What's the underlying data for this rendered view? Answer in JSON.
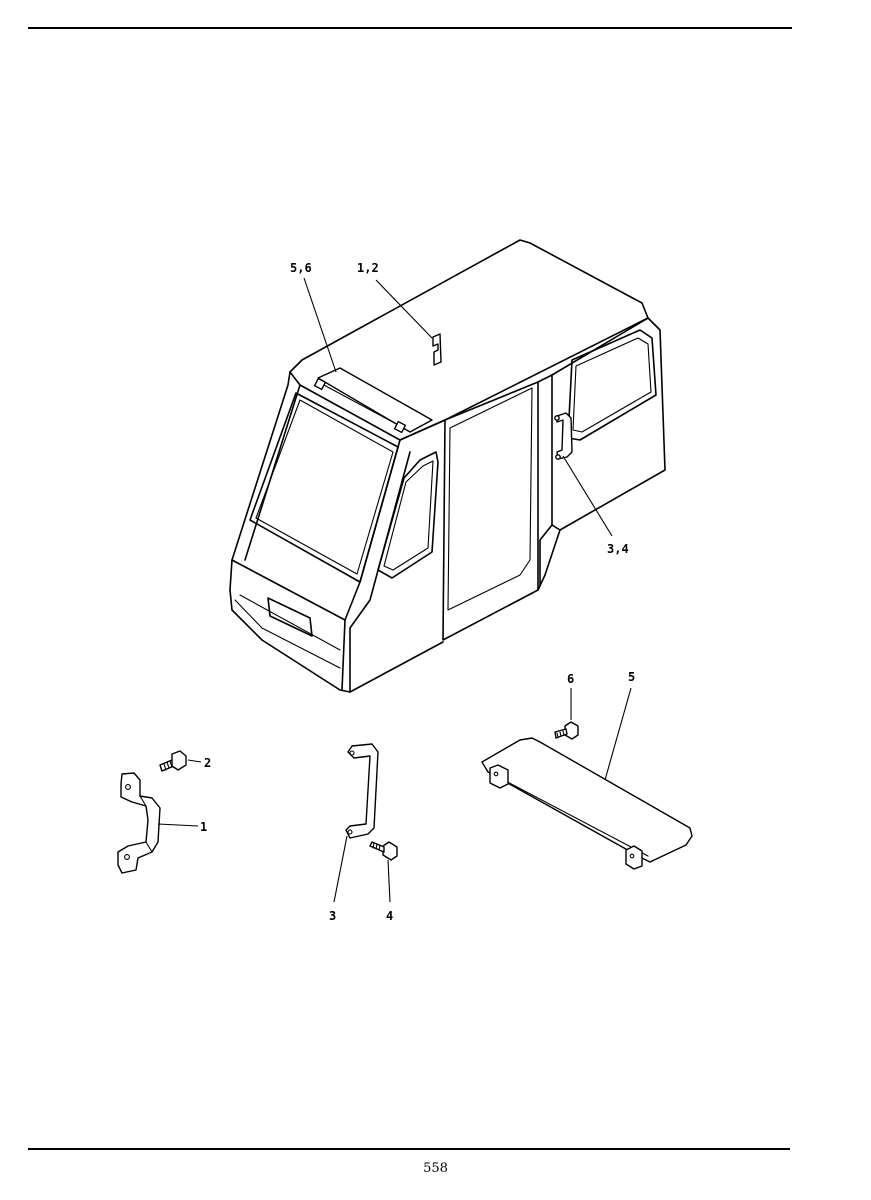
{
  "page": {
    "number": "558"
  },
  "callouts": {
    "c56": "5,6",
    "c12": "1,2",
    "c34": "3,4",
    "c6": "6",
    "c5": "5",
    "c2": "2",
    "c1": "1",
    "c3": "3",
    "c4": "4"
  },
  "colors": {
    "line": "#000000",
    "paper": "#ffffff"
  }
}
